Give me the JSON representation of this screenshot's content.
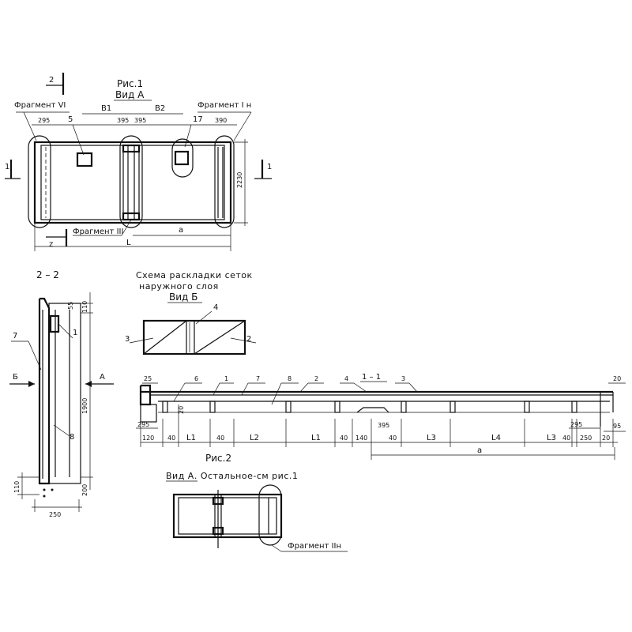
{
  "fig1": {
    "title": "Рис.1",
    "view_label": "Вид А",
    "fragment_vi": "Фрагмент VI",
    "fragment_in": "Фрагмент I н",
    "fragment_iii": "Фрагмент III",
    "section_mark_2": "2",
    "section_mark_1": "1",
    "dims": {
      "d295": "295",
      "b1": "В1",
      "b2": "В2",
      "d395a": "395",
      "d395b": "395",
      "d390": "390",
      "pos5": "5",
      "pos17": "17",
      "height": "2230",
      "a": "а",
      "L": "L",
      "z": "z"
    }
  },
  "section22": {
    "title": "2 – 2",
    "labels": {
      "d55": "55",
      "d110top": "110",
      "pos1": "1",
      "pos7": "7",
      "pos8": "8",
      "arrow_b": "Б",
      "arrow_a": "А",
      "height": "1900",
      "d110bot": "110",
      "d200": "200",
      "width": "250"
    }
  },
  "scheme": {
    "title_line1": "Схема раскладки сеток",
    "title_line2": "наружного слоя",
    "view_label": "Вид Б",
    "pos3": "3",
    "pos4": "4",
    "pos2": "2"
  },
  "section11": {
    "title": "1 – 1",
    "positions": [
      "25",
      "6",
      "1",
      "7",
      "8",
      "2",
      "4",
      "3",
      "20"
    ],
    "left_dims": {
      "d295": "295",
      "d20": "20"
    },
    "right_dims": {
      "d295": "295",
      "d95": "95"
    },
    "bottom_dims": [
      "120",
      "40",
      "L1",
      "40",
      "L2",
      "L1",
      "40",
      "140",
      "40",
      "L3",
      "L4",
      "L3",
      "40",
      "250",
      "20"
    ],
    "d395": "395",
    "a": "а"
  },
  "fig2": {
    "title": "Рис.2",
    "subtitle": "Вид А. Остальное-см рис.1",
    "fragment_iin": "Фрагмент IIн"
  }
}
